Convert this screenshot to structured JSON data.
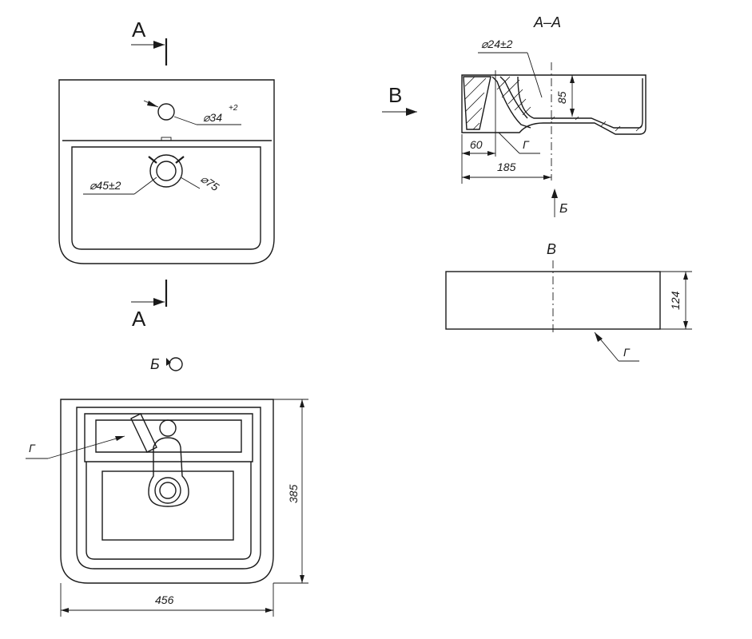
{
  "section_marks": {
    "top": "А",
    "bottom": "А",
    "view_arrow": "В"
  },
  "views": {
    "section_title": "А–А",
    "view_b_title": "В",
    "bottom_view_title": "Б"
  },
  "labels": {
    "section_arrow_b": "Б",
    "g_section": "Г",
    "g_view_b": "Г",
    "g_bottom": "Г"
  },
  "dimensions": {
    "faucet_hole": "⌀34",
    "faucet_hole_tol": "+2",
    "drain_hole": "⌀45±2",
    "drain_ring": "⌀75",
    "overflow_hole": "⌀24±2",
    "depth": "85",
    "offset_60": "60",
    "offset_185": "185",
    "height_124": "124",
    "width_456": "456",
    "length_385": "385"
  },
  "colors": {
    "line": "#1a1a1a",
    "background": "#ffffff"
  }
}
